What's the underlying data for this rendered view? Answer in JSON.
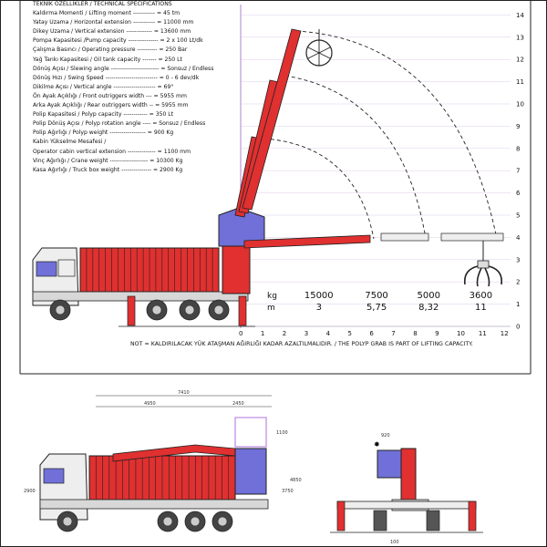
{
  "specs": {
    "title": "TEKNİK ÖZELLİKLER / TECHNICAL SPECIFICATIONS",
    "lines": [
      "Kaldırma Momenti / Lifting moment ----------- = 45 tm",
      "Yatay Uzama / Horizontal extension ----------- = 11000 mm",
      "Dikey Uzama / Vertical extension ------------- = 13600 mm",
      "Pompa Kapasitesi /Pump capacity --------------- = 2 x 100 Lt/dk",
      "Çalışma Basıncı / Operating pressure ---------- = 250 Bar",
      "Yağ Tankı Kapasitesi / Oil tank capacity ------- = 250 Lt",
      "Dönüş Açısı / Slewing angle ------------------------ = Sonsuz / Endless",
      "Dönüş Hızı / Swing Speed -------------------------- = 0 - 6 dev/dk",
      "Dikilme Açısı / Vertical angle --------------------- = 69°",
      "Ön Ayak Açıklığı / Front outriggers width --- = 5955 mm",
      "Arka Ayak Açıklığı / Rear outriggers width -- = 5955 mm",
      "Polip Kapasitesi / Polyp capacity ------------ = 350 Lt",
      "Polip Dönüş Açısı / Polyp rotation angle ---- = Sonsuz / Endless",
      "Polip Ağırlığı / Polyp weight ------------------ = 900 Kg",
      "Kabin Yükselme Mesafesi /",
      "Operator cabin vertical extension -------------- = 1100 mm",
      "Vinç Ağırlığı / Crane weight ------------------- = 10300 Kg",
      "Kasa Ağırlığı / Truck box weight --------------- = 2900 Kg"
    ]
  },
  "capacity_table": {
    "unit_load": "kg",
    "unit_reach": "m",
    "loads": [
      "15000",
      "7500",
      "5000",
      "3600"
    ],
    "reaches": [
      "3",
      "5,75",
      "8,32",
      "11"
    ]
  },
  "axes": {
    "y_ticks": [
      "0",
      "1",
      "2",
      "3",
      "4",
      "5",
      "6",
      "7",
      "8",
      "9",
      "10",
      "11",
      "12",
      "13",
      "14"
    ],
    "x_ticks": [
      "0",
      "1",
      "2",
      "3",
      "4",
      "5",
      "6",
      "7",
      "8",
      "9",
      "10",
      "11",
      "12"
    ]
  },
  "note": "NOT = KALDIRILACAK YÜK ATAŞMAN AĞIRLIĞI KADAR AZALTILMALIDIR. / THE POLYP GRAB IS PART OF LIFTING CAPACITY.",
  "dimensions": {
    "total_length": "7410",
    "crane_offset": "4950",
    "rear_offset": "2450",
    "cabin_rise": "1100",
    "height_total": "3750",
    "height_left": "2900",
    "height_right": "4850",
    "cab_offset": "920",
    "bottom_width": "100"
  },
  "colors": {
    "crane_red": "#e03030",
    "grid_line": "#c8a8d8",
    "cabin_blue": "#7070d8",
    "cabin_lavender": "#c8a0e8"
  }
}
